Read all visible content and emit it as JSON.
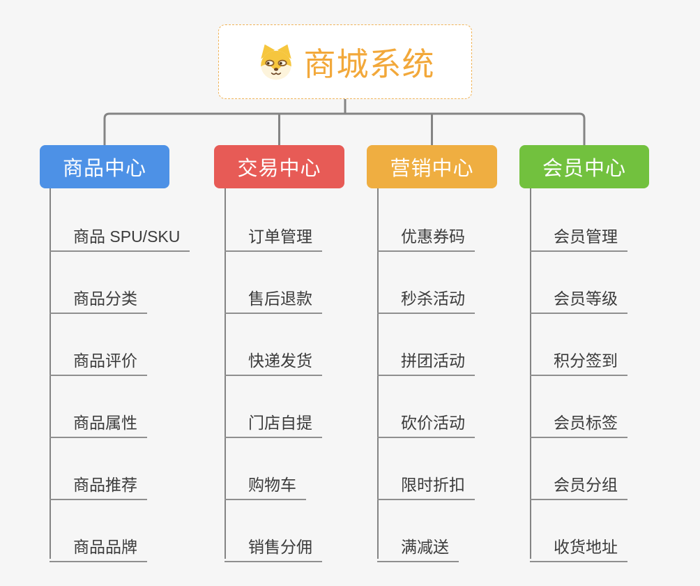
{
  "root": {
    "title": "商城系统",
    "title_color": "#F2A83A",
    "border_color": "#F0B357",
    "background": "#FFFFFF",
    "icon": "dog-face-icon"
  },
  "connector": {
    "color": "#848484",
    "underline_color": "#8F8F8F"
  },
  "canvas_background": "#F6F6F6",
  "branches": [
    {
      "label": "商品中心",
      "color": "#4D91E6",
      "items": [
        "商品 SPU/SKU",
        "商品分类",
        "商品评价",
        "商品属性",
        "商品推荐",
        "商品品牌"
      ]
    },
    {
      "label": "交易中心",
      "color": "#E75B56",
      "items": [
        "订单管理",
        "售后退款",
        "快递发货",
        "门店自提",
        "购物车",
        "销售分佣"
      ]
    },
    {
      "label": "营销中心",
      "color": "#EFAE41",
      "items": [
        "优惠券码",
        "秒杀活动",
        "拼团活动",
        "砍价活动",
        "限时折扣",
        "满减送"
      ]
    },
    {
      "label": "会员中心",
      "color": "#72C13E",
      "items": [
        "会员管理",
        "会员等级",
        "积分签到",
        "会员标签",
        "会员分组",
        "收货地址"
      ]
    }
  ]
}
